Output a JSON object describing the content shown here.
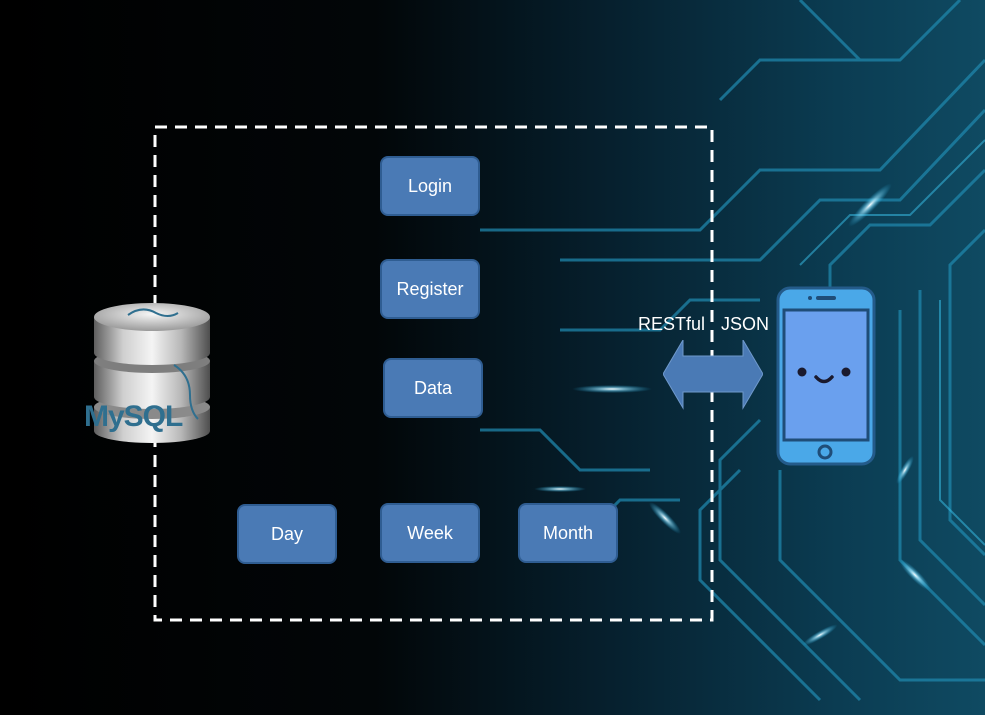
{
  "boxes": {
    "login": "Login",
    "register": "Register",
    "data": "Data",
    "day": "Day",
    "week": "Week",
    "month": "Month"
  },
  "connection": {
    "restful": "RESTful",
    "json": "JSON"
  },
  "database": {
    "logo_text": "MySQL"
  },
  "colors": {
    "box_fill": "#4a7ab5",
    "box_border": "#2f5d92",
    "arrow": "#4a7ab5",
    "phone_body": "#4aa8e8",
    "phone_screen": "#6aa0ee",
    "mysql_blue": "#2f6f8f",
    "mysql_orange": "#f29111"
  },
  "icons": {
    "database": "database-icon",
    "phone": "smartphone-icon",
    "arrow": "double-arrow-icon"
  }
}
